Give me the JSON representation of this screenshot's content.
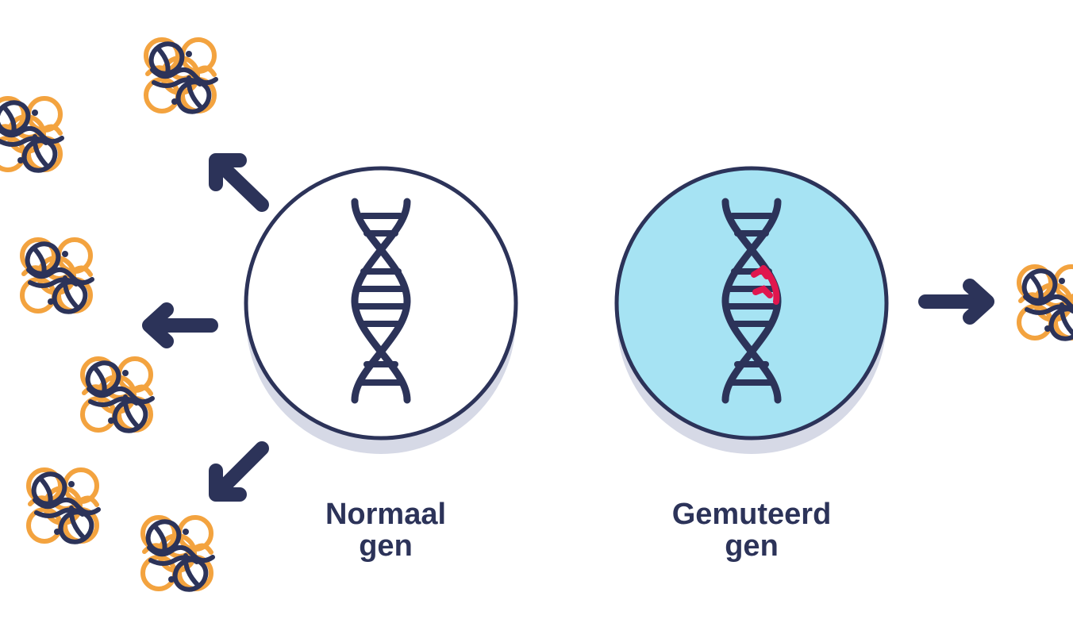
{
  "colors": {
    "navy": "#2c3359",
    "shadow": "#d6d9e6",
    "normal_fill": "#ffffff",
    "mutated_fill": "#a6e3f3",
    "mutation": "#e0164e",
    "protein_orange": "#f3a33f"
  },
  "normal_gene": {
    "label_line1": "Normaal",
    "label_line2": "gen",
    "icon": "dna-helix-icon"
  },
  "mutated_gene": {
    "label_line1": "Gemuteerd",
    "label_line2": "gen",
    "icon": "dna-helix-mutated-icon"
  },
  "normal_outputs": {
    "arrow_icon": "arrow-icon",
    "protein_icon": "protein-icon",
    "arrow_count": 3,
    "protein_count": 6
  },
  "mutated_outputs": {
    "arrow_icon": "arrow-right-icon",
    "protein_icon": "protein-icon",
    "protein_count": 1
  }
}
